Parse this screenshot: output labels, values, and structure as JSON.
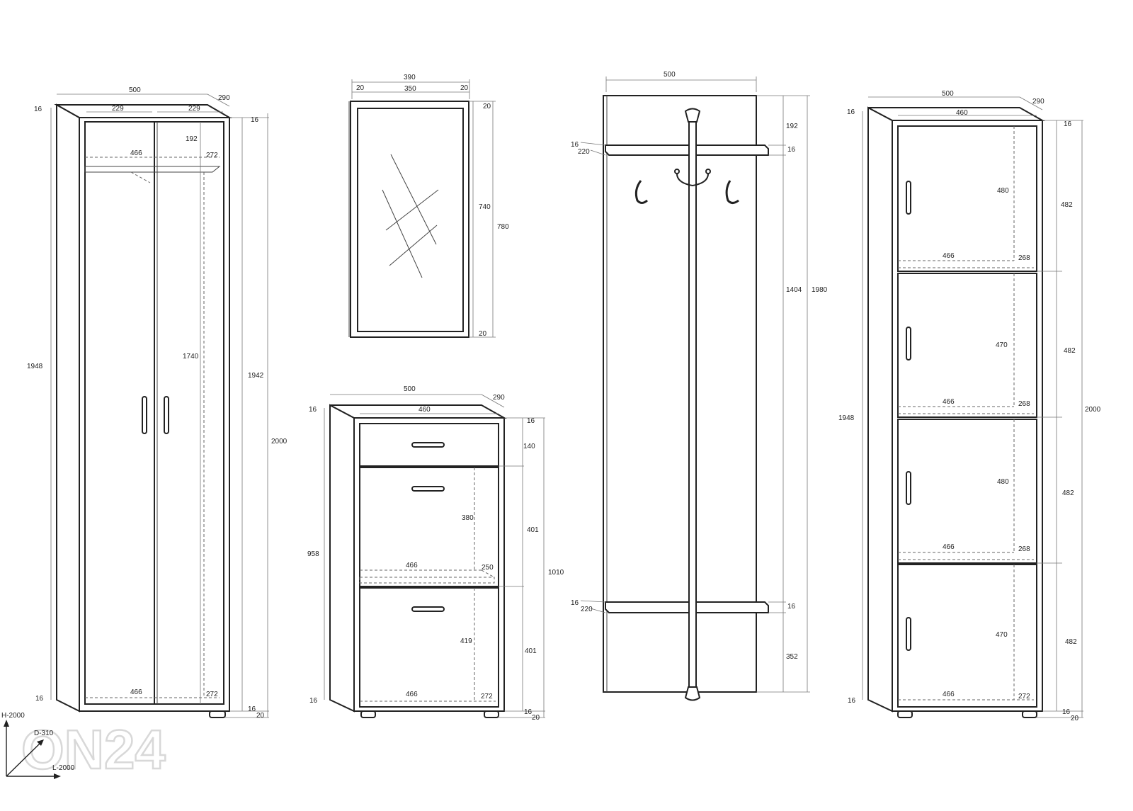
{
  "watermark": "ON24",
  "axes": {
    "height": "H-2000",
    "depth": "D-310",
    "length": "L-2000"
  },
  "wardrobe": {
    "width": "500",
    "depth": "290",
    "top": "16",
    "door_left": "229",
    "door_right": "229",
    "shelf_width": "466",
    "shelf_depth": "272",
    "top_space": "192",
    "hang_space": "1740",
    "side_height": "1948",
    "inner_height": "1942",
    "total_height": "2000",
    "bottom_top": "16",
    "bottom_shelf_width": "466",
    "bottom_shelf_depth": "272",
    "bottom_left": "16",
    "bottom_right": "16",
    "plinth": "20"
  },
  "mirror": {
    "width": "390",
    "frame_left": "20",
    "glass_width": "350",
    "frame_right": "20",
    "frame_top": "20",
    "glass_height": "740",
    "total_height": "780",
    "frame_bottom": "20"
  },
  "shoe_cabinet": {
    "width": "500",
    "depth": "290",
    "top": "16",
    "inner_width": "460",
    "side_height": "958",
    "gap_top": "16",
    "drawer_height": "140",
    "door_height_1": "401",
    "total_height": "1010",
    "inner_height_1": "380",
    "shelf_width": "466",
    "shelf_depth": "250",
    "inner_height_2": "419",
    "door_height_2": "401",
    "bottom_shelf_width": "466",
    "bottom_shelf_depth": "272",
    "bottom_left": "16",
    "bottom_right": "16",
    "plinth": "20"
  },
  "coat_rack": {
    "width": "500",
    "top_panel": "192",
    "shelf_thickness_top": "16",
    "shelf_left_thickness_top": "16",
    "shelf_depth_top": "220",
    "middle_height": "1404",
    "total_height": "1980",
    "shelf_left_thickness_bottom": "16",
    "shelf_depth_bottom": "220",
    "shelf_thickness_bottom": "16",
    "bottom_height": "352"
  },
  "tall_cabinet": {
    "width": "500",
    "depth": "290",
    "top": "16",
    "inner_width": "460",
    "top_right": "16",
    "compartments": [
      {
        "inner_height": "480",
        "door_height": "482",
        "shelf_width": "466",
        "shelf_depth": "268"
      },
      {
        "inner_height": "470",
        "door_height": "482",
        "shelf_width": "466",
        "shelf_depth": "268"
      },
      {
        "inner_height": "480",
        "door_height": "482",
        "shelf_width": "466",
        "shelf_depth": "268"
      },
      {
        "inner_height": "470",
        "door_height": "482",
        "shelf_width": "466",
        "shelf_depth": "272"
      }
    ],
    "side_height": "1948",
    "total_height": "2000",
    "bottom_left": "16",
    "bottom_right": "16",
    "plinth": "20"
  }
}
